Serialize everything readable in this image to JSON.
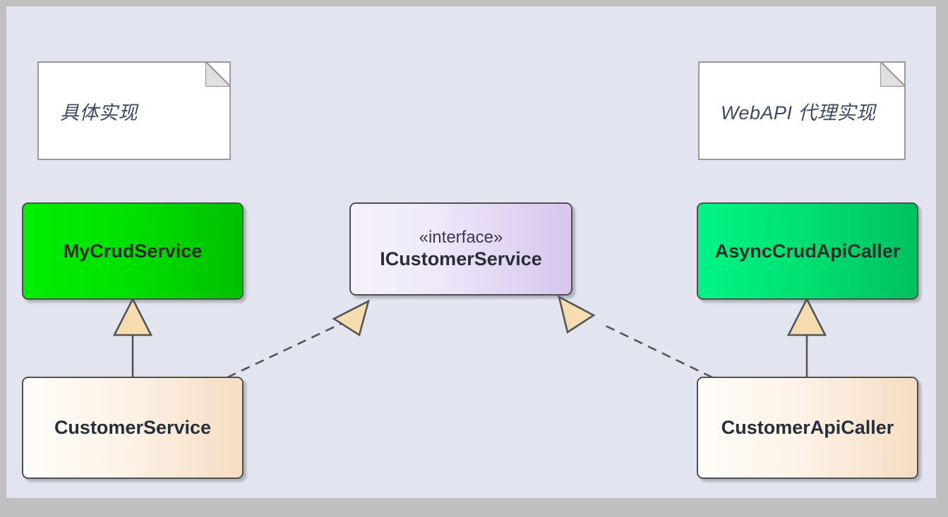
{
  "diagram": {
    "type": "uml-class-diagram",
    "canvas_background": "#e2e5f0",
    "frame_background": "#bfbfbf",
    "notes": [
      {
        "id": "note-concrete-impl",
        "text": "具体实现",
        "attached_to": "MyCrudService"
      },
      {
        "id": "note-webapi-proxy-impl",
        "text": "WebAPI 代理实现",
        "attached_to": "AsyncCrudApiCaller"
      }
    ],
    "classes": [
      {
        "id": "my-crud-service",
        "name": "MyCrudService",
        "stereotype": "",
        "kind": "class",
        "fill": "#00ee00"
      },
      {
        "id": "icustomer-service",
        "name": "ICustomerService",
        "stereotype": "«interface»",
        "kind": "interface",
        "fill": "#ece5f8"
      },
      {
        "id": "async-crud-api-caller",
        "name": "AsyncCrudApiCaller",
        "stereotype": "",
        "kind": "class",
        "fill": "#00f586"
      },
      {
        "id": "customer-service",
        "name": "CustomerService",
        "stereotype": "",
        "kind": "class",
        "fill": "#fdf3e7"
      },
      {
        "id": "customer-api-caller",
        "name": "CustomerApiCaller",
        "stereotype": "",
        "kind": "class",
        "fill": "#fdf3e7"
      }
    ],
    "relations": [
      {
        "id": "gen-customer-service-to-my-crud-service",
        "type": "generalization",
        "line": "solid",
        "from": "CustomerService",
        "to": "MyCrudService",
        "arrow": "hollow-triangle"
      },
      {
        "id": "real-customer-service-to-icustomer-service",
        "type": "realization",
        "line": "dashed",
        "from": "CustomerService",
        "to": "ICustomerService",
        "arrow": "hollow-triangle"
      },
      {
        "id": "gen-customer-api-caller-to-async-crud-api-caller",
        "type": "generalization",
        "line": "solid",
        "from": "CustomerApiCaller",
        "to": "AsyncCrudApiCaller",
        "arrow": "hollow-triangle"
      },
      {
        "id": "real-customer-api-caller-to-icustomer-service",
        "type": "realization",
        "line": "dashed",
        "from": "CustomerApiCaller",
        "to": "ICustomerService",
        "arrow": "hollow-triangle"
      }
    ],
    "arrowhead_fill": "#f5ddb0",
    "arrowhead_stroke": "#555555",
    "connector_stroke": "#555555"
  }
}
